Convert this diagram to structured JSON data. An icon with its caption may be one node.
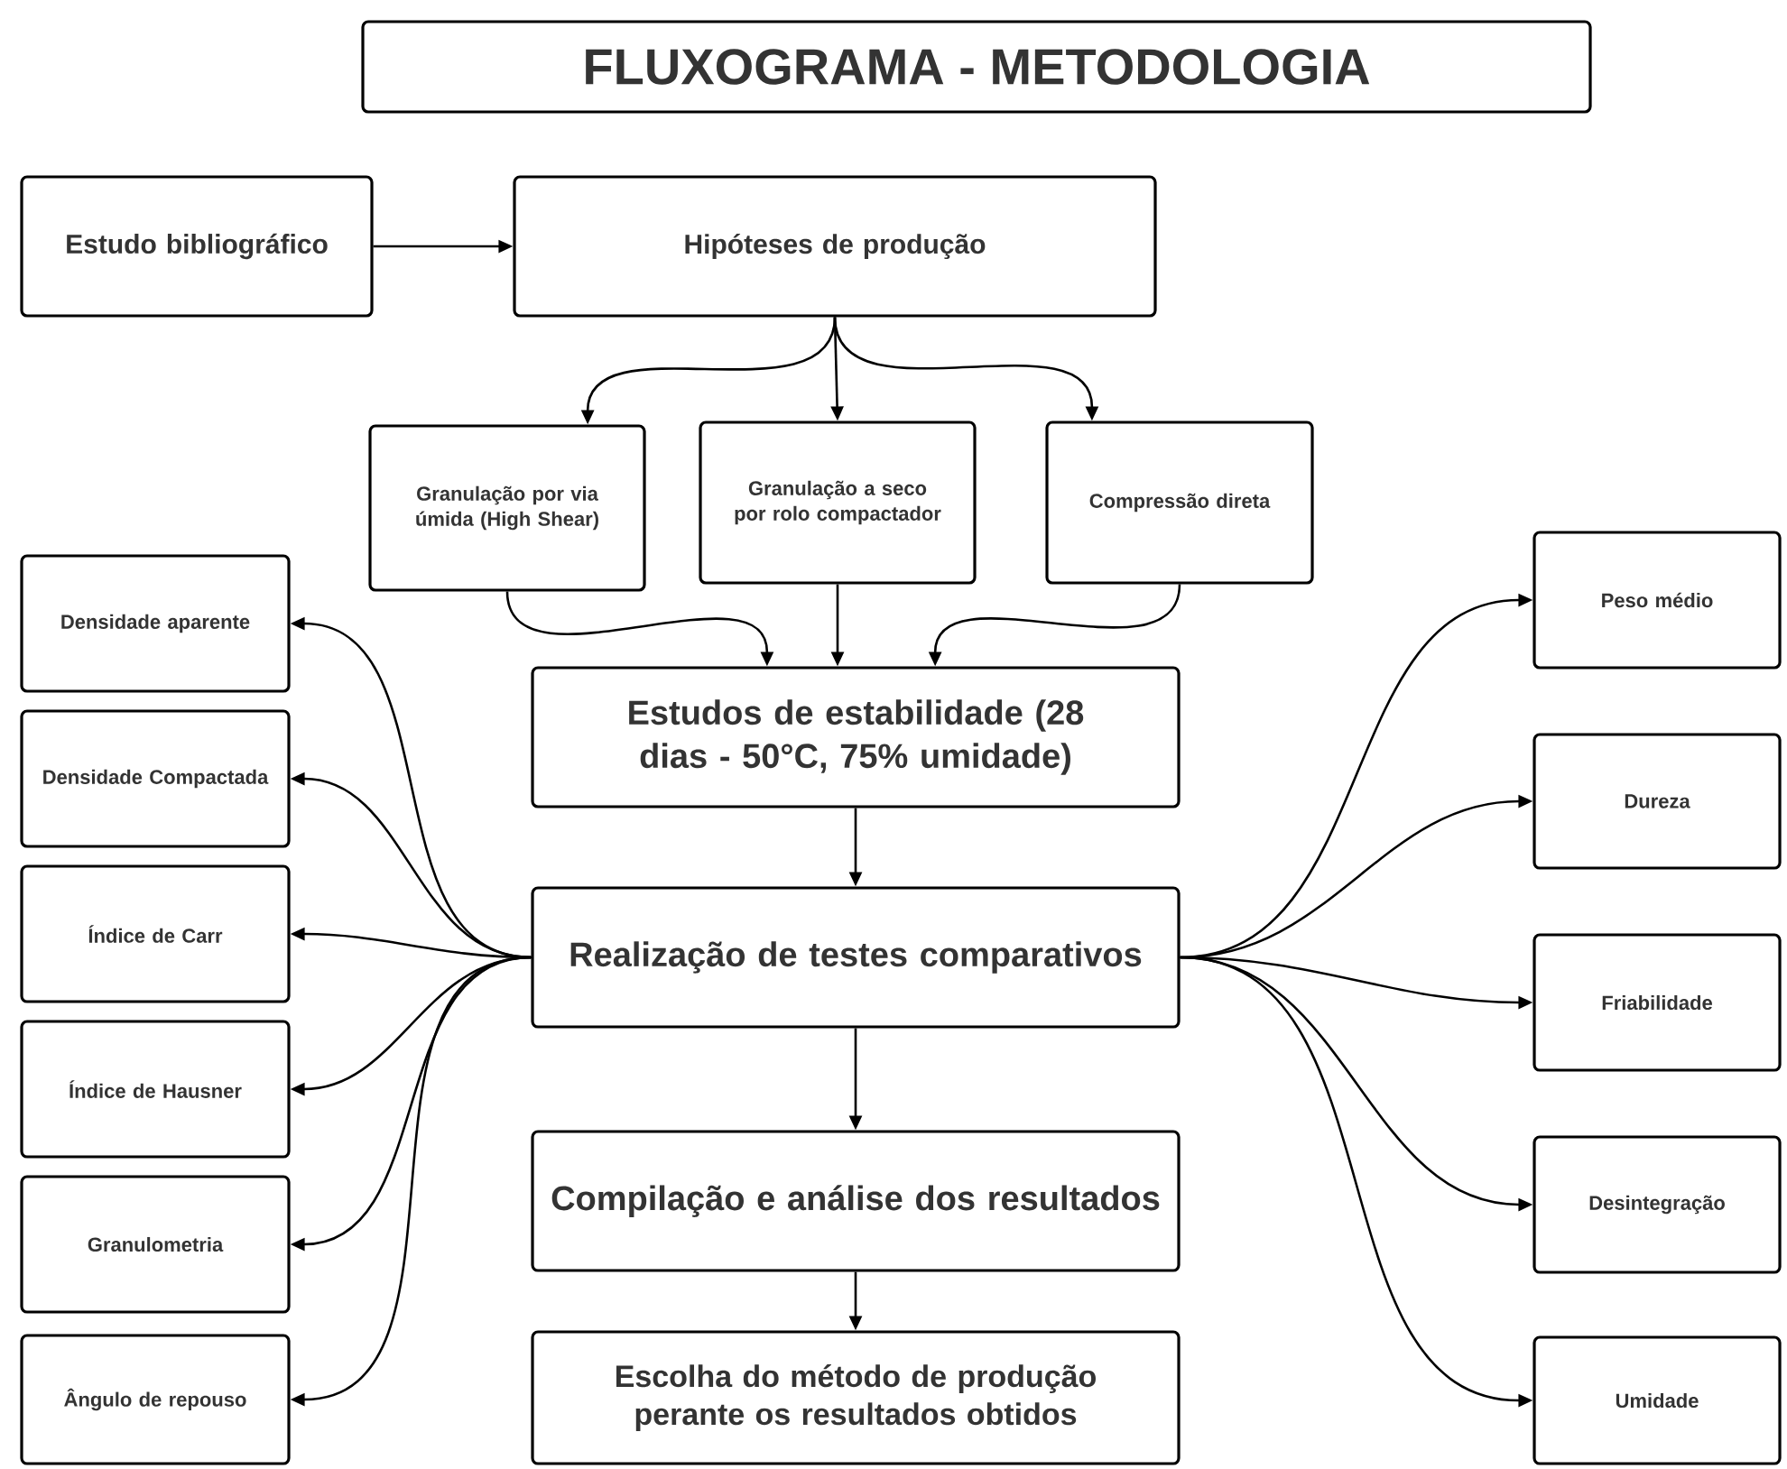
{
  "diagram": {
    "title": "FLUXOGRAMA  - METODOLOGIA",
    "nodes": [
      {
        "text": [
          "Estudo bibliográfico"
        ]
      },
      {
        "text": [
          "Hipóteses de produção"
        ]
      },
      {
        "text": [
          "Granulação por via úmida (High Shear)"
        ]
      },
      {
        "text": [
          "Granulação a seco por rolo compactador"
        ]
      },
      {
        "text": [
          "Compressão direta"
        ]
      },
      {
        "text": [
          "Densidade aparente"
        ]
      },
      {
        "text": [
          "Densidade Compactada"
        ]
      },
      {
        "text": [
          "Índice de Carr"
        ]
      },
      {
        "text": [
          "Índice de Hausner"
        ]
      },
      {
        "text": [
          "Granulometria"
        ]
      },
      {
        "text": [
          "Ângulo de repouso"
        ]
      },
      {
        "text": [
          "Estudos de estabilidade (28 dias - 50°C, 75% umidade)"
        ]
      },
      {
        "text": [
          "Realização de testes comparativos"
        ]
      },
      {
        "text": [
          "Compilação e análise dos resultados"
        ]
      },
      {
        "text": [
          "Escolha do método de produção perante os resultados obtidos"
        ]
      },
      {
        "text": [
          "Peso médio"
        ]
      },
      {
        "text": [
          "Dureza"
        ]
      },
      {
        "text": [
          "Friabilidade"
        ]
      },
      {
        "text": [
          "Desintegração"
        ]
      },
      {
        "text": [
          "Umidade"
        ]
      }
    ],
    "edges": [
      {
        "from": 0,
        "to": 1,
        "arrow": "to"
      },
      {
        "from": 1,
        "to": 2,
        "arrow": "to"
      },
      {
        "from": 1,
        "to": 3,
        "arrow": "to"
      },
      {
        "from": 1,
        "to": 4,
        "arrow": "to"
      },
      {
        "from": 2,
        "to": 11,
        "arrow": "to"
      },
      {
        "from": 3,
        "to": 11,
        "arrow": "to"
      },
      {
        "from": 4,
        "to": 11,
        "arrow": "to"
      },
      {
        "from": 11,
        "to": 12,
        "arrow": "to"
      },
      {
        "from": 12,
        "to": 5,
        "arrow": "to"
      },
      {
        "from": 12,
        "to": 6,
        "arrow": "to"
      },
      {
        "from": 12,
        "to": 7,
        "arrow": "to"
      },
      {
        "from": 12,
        "to": 8,
        "arrow": "to"
      },
      {
        "from": 12,
        "to": 9,
        "arrow": "to"
      },
      {
        "from": 12,
        "to": 10,
        "arrow": "to"
      },
      {
        "from": 12,
        "to": 15,
        "arrow": "to"
      },
      {
        "from": 12,
        "to": 16,
        "arrow": "to"
      },
      {
        "from": 12,
        "to": 17,
        "arrow": "to"
      },
      {
        "from": 12,
        "to": 18,
        "arrow": "to"
      },
      {
        "from": 12,
        "to": 19,
        "arrow": "to"
      },
      {
        "from": 12,
        "to": 13,
        "arrow": "to"
      },
      {
        "from": 13,
        "to": 14,
        "arrow": "to"
      }
    ]
  }
}
